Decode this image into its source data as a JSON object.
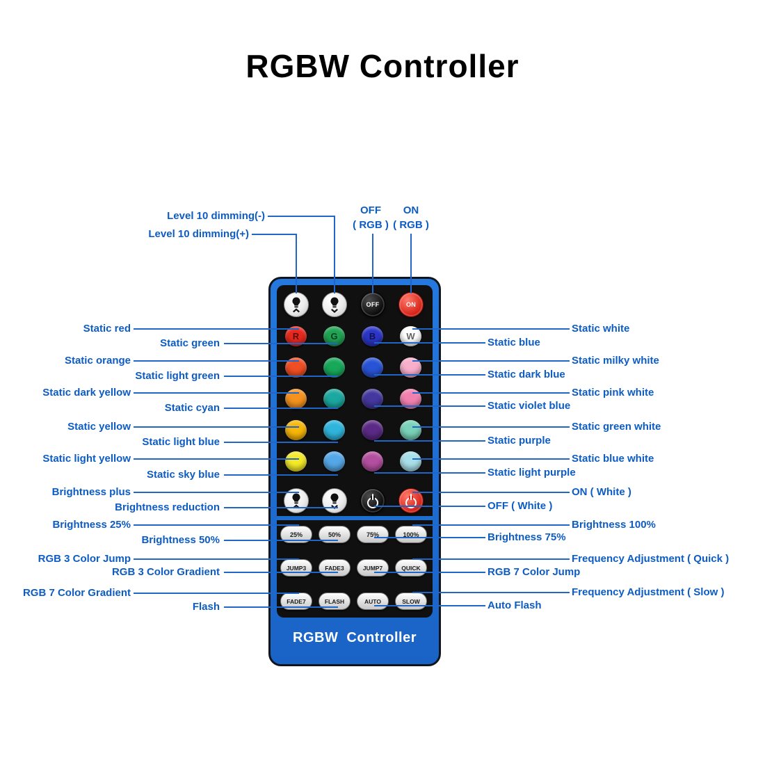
{
  "title": "RGBW Controller",
  "colors": {
    "accent_blue": "#1e6ed0",
    "label_text_blue": "#0d5cc4",
    "callout_line_blue": "#1f66c6",
    "button_red": "#d8271c",
    "panel_black": "#101010"
  },
  "remote": {
    "brand": "RGBW  Controller",
    "top_round": [
      {
        "name": "dimming-plus",
        "icon": "bulb-up-icon",
        "label": ""
      },
      {
        "name": "dimming-minus",
        "icon": "bulb-down-icon",
        "label": ""
      },
      {
        "name": "off-rgb",
        "icon": "",
        "label": "OFF"
      },
      {
        "name": "on-rgb",
        "icon": "",
        "label": "ON"
      }
    ],
    "mid_round": [
      {
        "name": "brightness-plus",
        "icon": "bulb-up-icon"
      },
      {
        "name": "brightness-minus",
        "icon": "bulb-down-icon"
      },
      {
        "name": "off-white",
        "icon": "power-icon"
      },
      {
        "name": "on-white",
        "icon": "power-icon"
      }
    ],
    "color_buttons": [
      {
        "name": "static-red",
        "letter": "R",
        "color": "#e8281e"
      },
      {
        "name": "static-green",
        "letter": "G",
        "color": "#1fa352"
      },
      {
        "name": "static-blue",
        "letter": "B",
        "color": "#2b35c8"
      },
      {
        "name": "static-white",
        "letter": "W",
        "color": "#ffffff"
      },
      {
        "name": "static-orange",
        "letter": "",
        "color": "#f04e23"
      },
      {
        "name": "static-light-green",
        "letter": "",
        "color": "#17a85a"
      },
      {
        "name": "static-dark-blue",
        "letter": "",
        "color": "#2953d6"
      },
      {
        "name": "static-milky-white",
        "letter": "",
        "color": "#f9aecb"
      },
      {
        "name": "static-dark-yellow",
        "letter": "",
        "color": "#f6921e"
      },
      {
        "name": "static-cyan",
        "letter": "",
        "color": "#1ba8a0"
      },
      {
        "name": "static-violet-blue",
        "letter": "",
        "color": "#44379e"
      },
      {
        "name": "static-pink-white",
        "letter": "",
        "color": "#f381b0"
      },
      {
        "name": "static-yellow",
        "letter": "",
        "color": "#f8b607"
      },
      {
        "name": "static-light-blue",
        "letter": "",
        "color": "#2fb5dc"
      },
      {
        "name": "static-purple",
        "letter": "",
        "color": "#5b2a86"
      },
      {
        "name": "static-green-white",
        "letter": "",
        "color": "#79d2b9"
      },
      {
        "name": "static-light-yellow",
        "letter": "",
        "color": "#f5ea27"
      },
      {
        "name": "static-sky-blue",
        "letter": "",
        "color": "#54a8e8"
      },
      {
        "name": "static-light-purple",
        "letter": "",
        "color": "#b44fa0"
      },
      {
        "name": "static-blue-white",
        "letter": "",
        "color": "#a8dfe8"
      }
    ],
    "percent_buttons": [
      "25%",
      "50%",
      "75%",
      "100%"
    ],
    "mode_row_1": [
      "JUMP3",
      "FADE3",
      "JUMP7",
      "QUICK"
    ],
    "mode_row_2": [
      "FADE7",
      "FLASH",
      "AUTO",
      "SLOW"
    ]
  },
  "callouts": {
    "top_left": [
      {
        "text": "Level 10 dimming(-)"
      },
      {
        "text": "Level 10 dimming(+)"
      }
    ],
    "top": [
      {
        "title": "OFF",
        "sub": "( RGB )"
      },
      {
        "title": "ON",
        "sub": "( RGB )"
      }
    ],
    "left": [
      "Static red",
      "Static green",
      "Static orange",
      "Static light green",
      "Static dark yellow",
      "Static cyan",
      "Static yellow",
      "Static light blue",
      "Static light yellow",
      "Static sky blue",
      "Brightness plus",
      "Brightness reduction",
      "Brightness 25%",
      "Brightness 50%",
      "RGB 3 Color Jump",
      "RGB 3 Color Gradient",
      "RGB 7 Color Gradient",
      "Flash"
    ],
    "right": [
      "Static white",
      "Static blue",
      "Static milky white",
      "Static dark blue",
      "Static pink white",
      "Static violet blue",
      "Static green white",
      "Static purple",
      "Static blue white",
      "Static light purple",
      "ON ( White )",
      "OFF ( White )",
      "Brightness 100%",
      "Brightness 75%",
      "Frequency Adjustment ( Quick )",
      "RGB 7 Color Jump",
      "Frequency Adjustment ( Slow )",
      "Auto Flash"
    ]
  }
}
